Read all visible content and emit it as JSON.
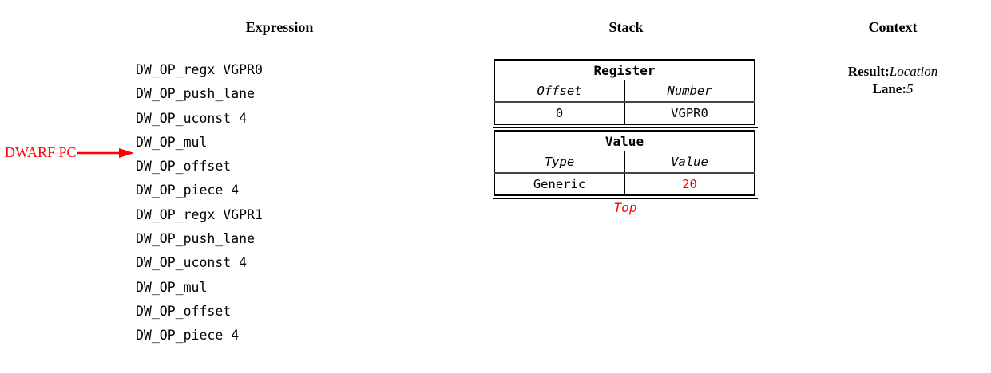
{
  "columns": {
    "expression_title": "Expression",
    "stack_title": "Stack",
    "context_title": "Context"
  },
  "expression": {
    "lines": [
      "DW_OP_regx VGPR0",
      "DW_OP_push_lane",
      "DW_OP_uconst 4",
      "DW_OP_mul",
      "DW_OP_offset",
      "DW_OP_piece 4",
      "DW_OP_regx VGPR1",
      "DW_OP_push_lane",
      "DW_OP_uconst 4",
      "DW_OP_mul",
      "DW_OP_offset",
      "DW_OP_piece 4"
    ],
    "pc_marker": {
      "label": "DWARF PC",
      "color": "#ff0000",
      "points_at_line_index": 4
    }
  },
  "stack": {
    "entries": [
      {
        "title": "Register",
        "headers": [
          "Offset",
          "Number"
        ],
        "cells": [
          "0",
          "VGPR0"
        ],
        "cell_colors": [
          "#000000",
          "#000000"
        ]
      },
      {
        "title": "Value",
        "headers": [
          "Type",
          "Value"
        ],
        "cells": [
          "Generic",
          "20"
        ],
        "cell_colors": [
          "#000000",
          "#ff0000"
        ]
      }
    ],
    "top_label": "Top",
    "top_label_color": "#ff0000"
  },
  "context": {
    "rows": [
      {
        "key": "Result:",
        "value": "Location"
      },
      {
        "key": "Lane:",
        "value": "5"
      }
    ]
  },
  "colors": {
    "ink": "#000000",
    "accent_red": "#ff0000",
    "rule_gray": "#444444",
    "background": "#ffffff"
  }
}
